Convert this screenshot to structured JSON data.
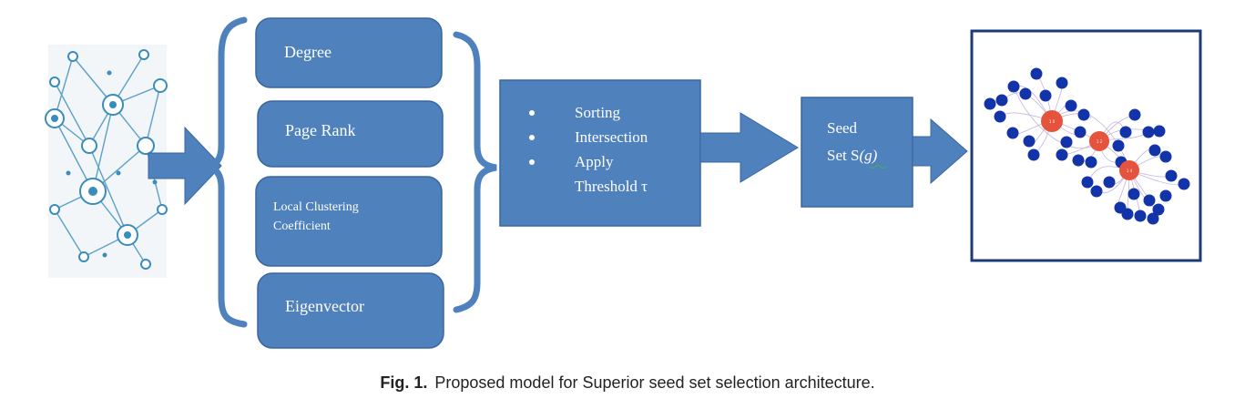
{
  "metrics": [
    {
      "label": "Degree"
    },
    {
      "label": "Page Rank"
    },
    {
      "label": "Local Clustering Coefficient"
    },
    {
      "label": "Eigenvector"
    }
  ],
  "process": {
    "bullets": [
      "Sorting",
      "Intersection",
      "Apply Threshold τ"
    ]
  },
  "seed": {
    "line1": "Seed",
    "line2": "Set S",
    "line2_arg": "(g)"
  },
  "caption": {
    "label": "Fig. 1.",
    "text": "Proposed model for Superior seed set selection architecture."
  },
  "colors": {
    "box_fill": "#4f81bd",
    "box_border": "#3a66a0",
    "network_line": "#5aa0c8",
    "graph_node": "#1334a8",
    "graph_seed": "#e6533c",
    "graph_frame": "#1c3a78"
  },
  "icons": [
    "network-graph-image",
    "bracket-left",
    "bracket-right",
    "arrow-right",
    "social-graph-image"
  ]
}
